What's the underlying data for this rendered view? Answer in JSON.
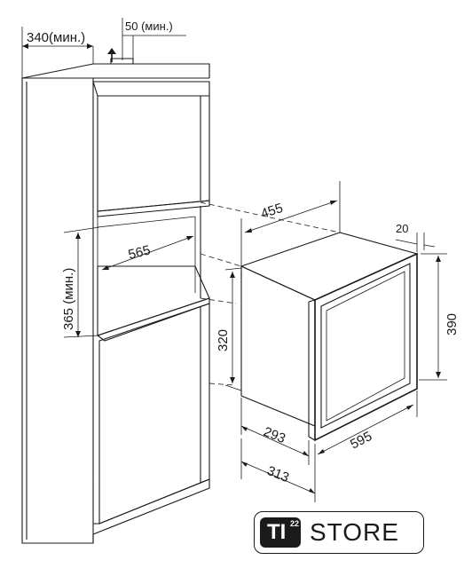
{
  "dimensions": {
    "cabinet_depth": "340(мин.)",
    "vent_gap": "50 (мин.)",
    "niche_height": "365 (мин.)",
    "niche_depth": "565",
    "appliance_width": "455",
    "frame_thickness": "20",
    "body_height": "320",
    "front_height": "390",
    "body_depth": "293",
    "total_depth": "313",
    "front_width": "595"
  },
  "logo": {
    "badge": "TI",
    "superscript": "22",
    "word": "STORE"
  },
  "colors": {
    "line": "#1a1a1a",
    "background": "#ffffff"
  },
  "icons": [
    "arrow-up-icon"
  ]
}
